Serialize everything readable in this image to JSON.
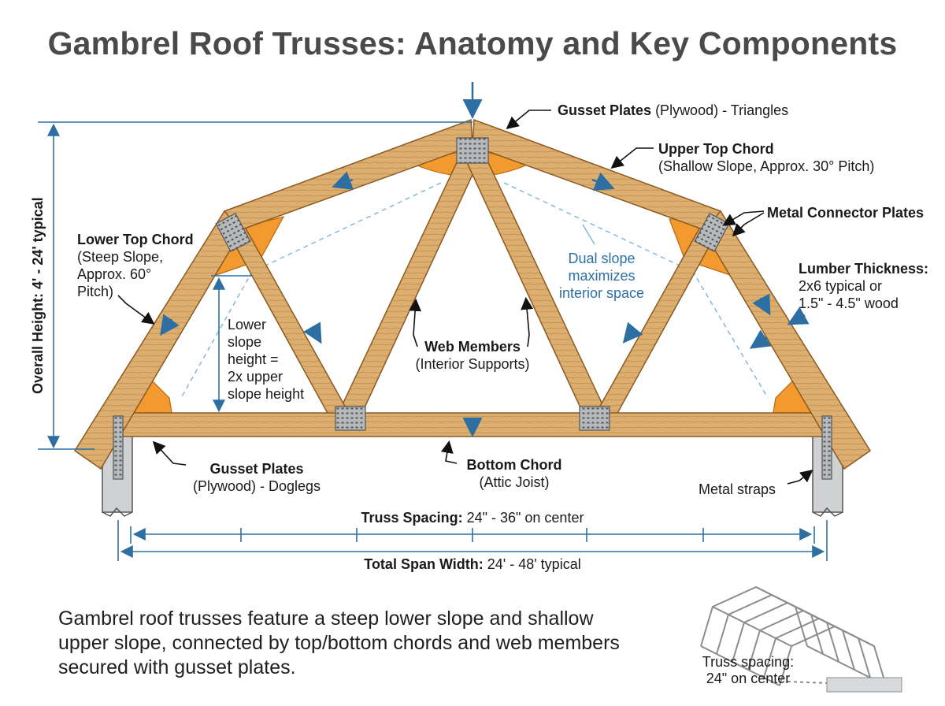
{
  "title": "Gambrel Roof Trusses: Anatomy and Key Components",
  "labels": {
    "gusset_top_bold": "Gusset Plates",
    "gusset_top_rest": " (Plywood) - Triangles",
    "upper_top_chord_bold": "Upper Top Chord",
    "upper_top_chord_sub": "(Shallow Slope, Approx. 30° Pitch)",
    "metal_connector": "Metal Connector Plates",
    "lumber_thickness_bold": "Lumber Thickness:",
    "lumber_thickness_line1": "2x6 typical or",
    "lumber_thickness_line2": "1.5\" - 4.5\" wood",
    "lower_top_chord_bold": "Lower Top Chord",
    "lower_top_chord_line1": "(Steep Slope,",
    "lower_top_chord_line2": "Approx. 60°",
    "lower_top_chord_line3": "Pitch)",
    "lower_slope_1": "Lower",
    "lower_slope_2": "slope",
    "lower_slope_3": "height =",
    "lower_slope_4": "2x upper",
    "lower_slope_5": "slope height",
    "web_members_bold": "Web Members",
    "web_members_sub": "(Interior Supports)",
    "dual_slope_1": "Dual slope",
    "dual_slope_2": "maximizes",
    "dual_slope_3": "interior space",
    "gusset_bottom_bold": "Gusset Plates",
    "gusset_bottom_sub": "(Plywood) - Doglegs",
    "bottom_chord_bold": "Bottom Chord",
    "bottom_chord_sub": "(Attic Joist)",
    "metal_straps": "Metal straps",
    "truss_spacing_bold": "Truss Spacing:",
    "truss_spacing_rest": " 24\" - 36\" on center",
    "span_bold": "Total Span Width:",
    "span_rest": " 24' - 48' typical",
    "overall_height": "Overall Height: 4' - 24' typical"
  },
  "caption_line1": "Gambrel roof trusses feature a steep lower slope and shallow",
  "caption_line2": "upper slope, connected by top/bottom chords and web members",
  "caption_line3": "secured with gusset plates.",
  "mini_caption_line1": "Truss spacing:",
  "mini_caption_line2": "24\" on center",
  "colors": {
    "wood": "#d9a96a",
    "wood_edge": "#8a5a22",
    "gusset": "#f39a2e",
    "metal": "#b9bcbf",
    "dimension": "#2d6fa3"
  }
}
